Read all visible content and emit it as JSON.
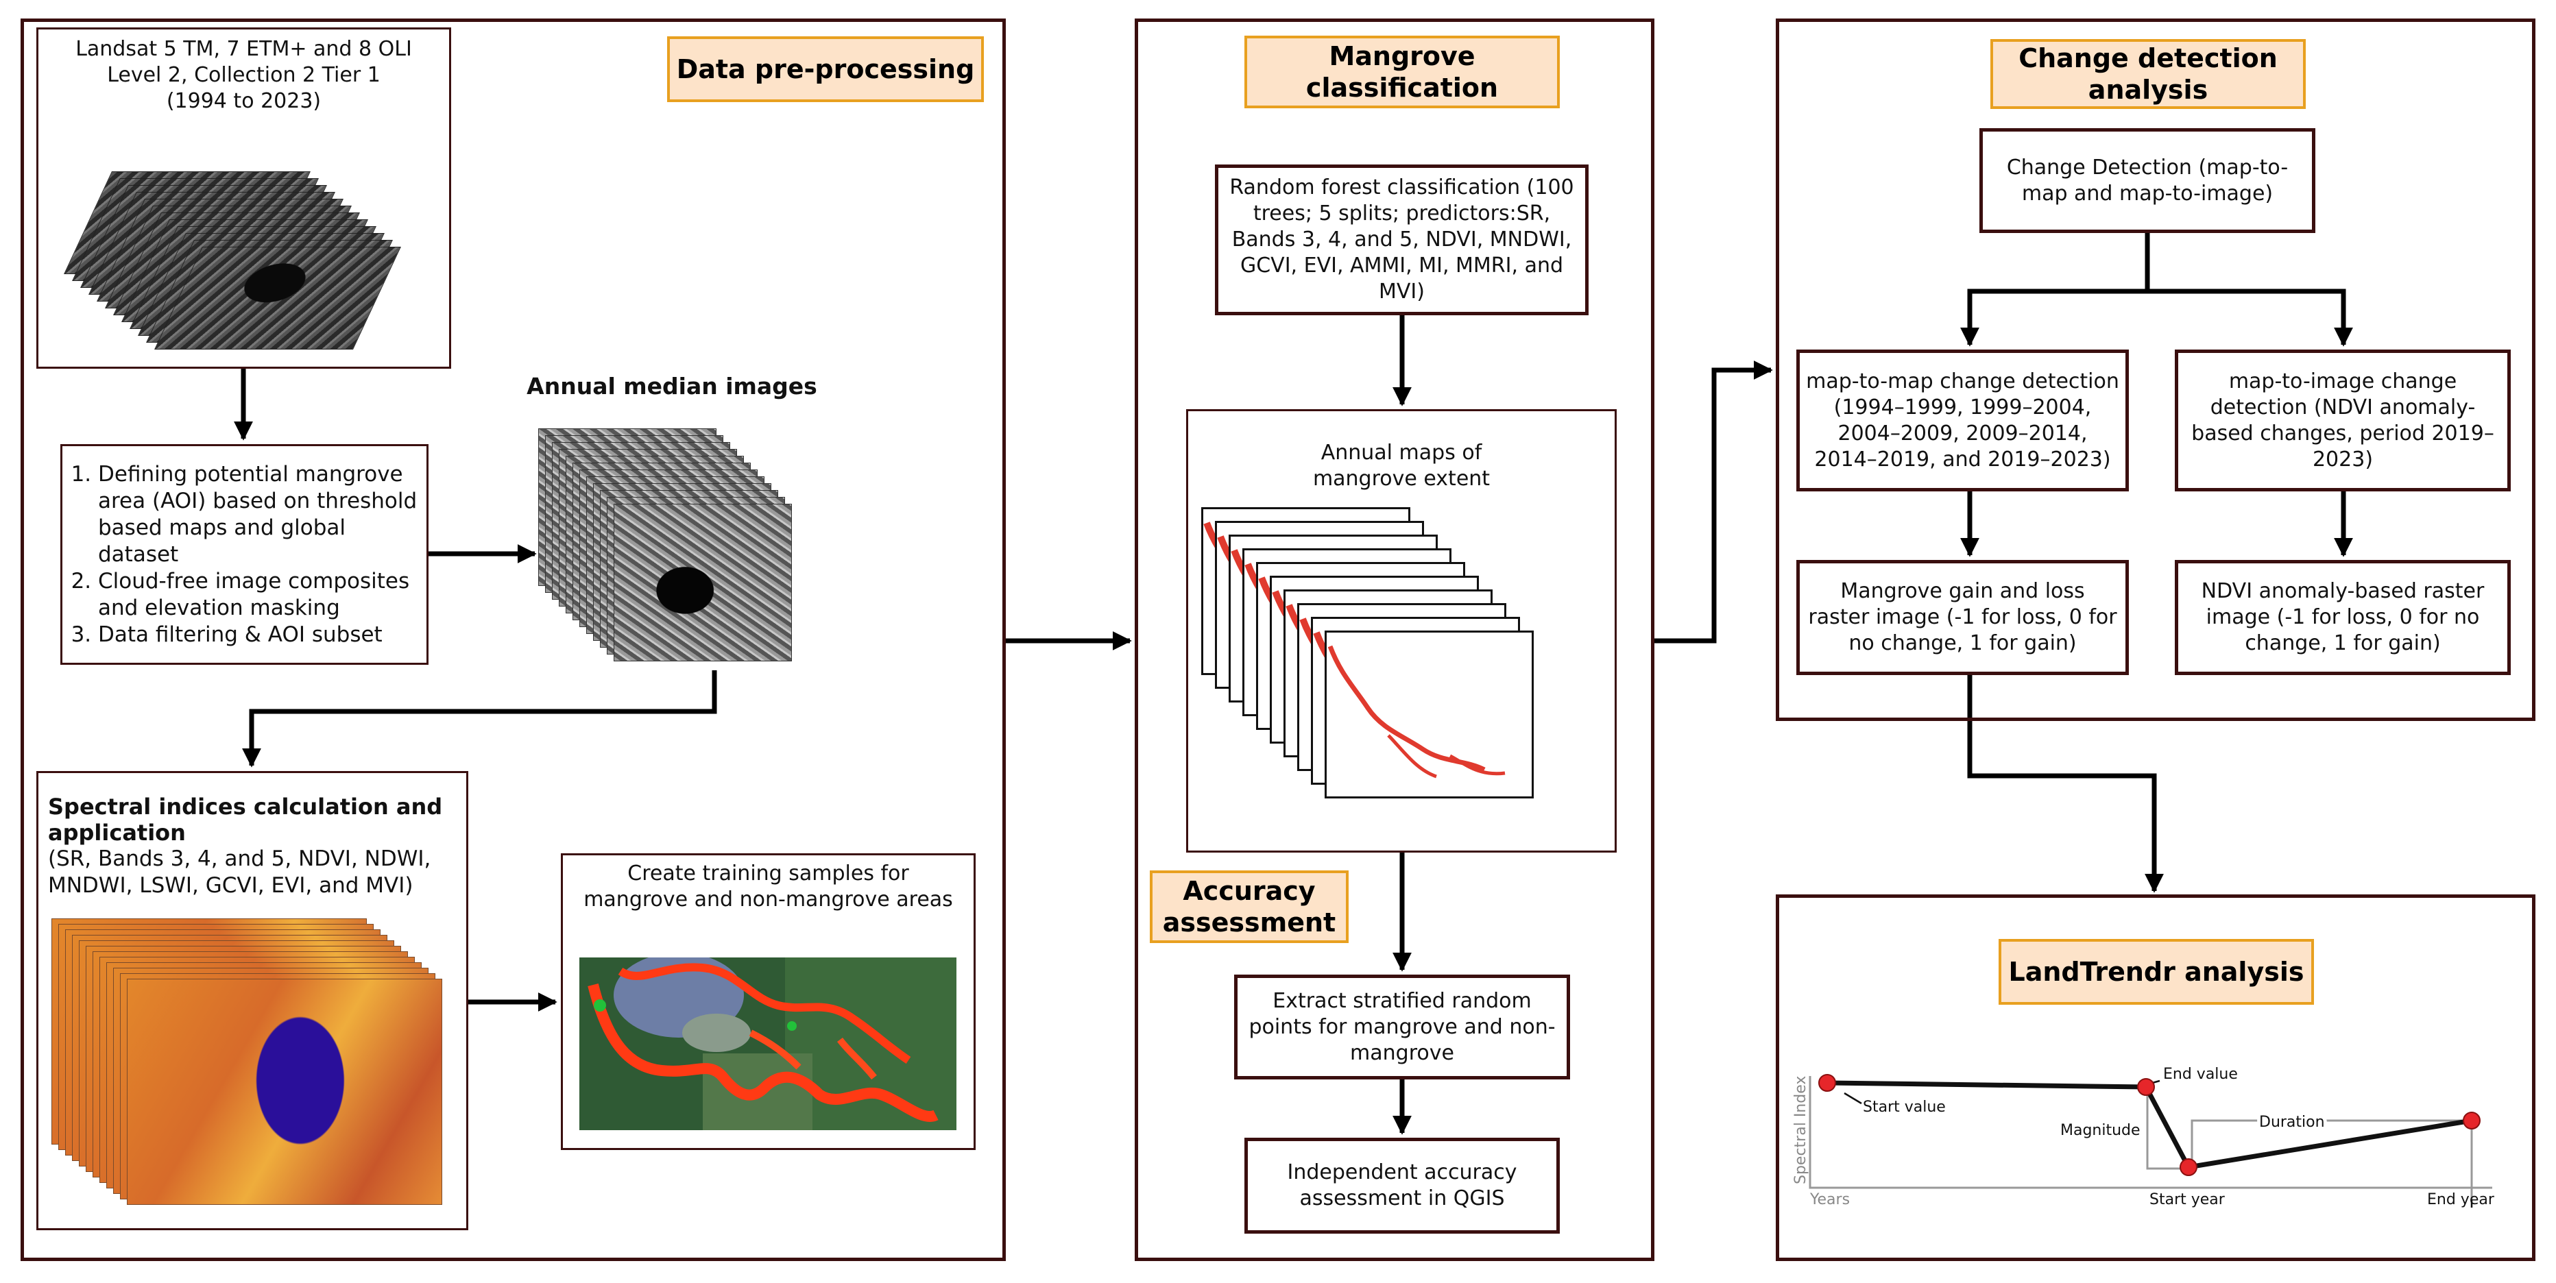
{
  "panels": {
    "preprocessing_title": "Data pre-processing",
    "classification_title": "Mangrove classification",
    "change_title": "Change detection analysis",
    "accuracy_title": "Accuracy assessment",
    "landtrendr_title": "LandTrendr analysis"
  },
  "landsat": {
    "line1": "Landsat 5 TM, 7 ETM+ and 8 OLI",
    "line2": "Level 2, Collection 2 Tier 1",
    "line3": "(1994 to 2023)"
  },
  "steps": [
    "Defining potential mangrove area (AOI) based on threshold based maps and global dataset",
    "Cloud-free image composites and elevation masking",
    "Data filtering & AOI subset"
  ],
  "annual_median": "Annual median images",
  "spectral": {
    "title": "Spectral indices calculation and application",
    "detail": "(SR, Bands 3, 4, and 5, NDVI, NDWI, MNDWI, LSWI, GCVI, EVI, and MVI)"
  },
  "training": "Create training samples for mangrove and non-mangrove areas",
  "random_forest": "Random forest classification (100 trees; 5 splits; predictors:SR, Bands 3, 4, and 5, NDVI, MNDWI, GCVI, EVI, AMMI, MI, MMRI, and MVI)",
  "annual_maps": "Annual maps of mangrove extent",
  "extract_points": "Extract stratified random points for mangrove and non-mangrove",
  "independent": "Independent accuracy assessment in QGIS",
  "change_detection": "Change Detection (map-to-map and map-to-image)",
  "map_to_map": "map-to-map change detection (1994–1999, 1999–2004, 2004–2009, 2009–2014, 2014–2019, and 2019–2023)",
  "map_to_image": "map-to-image change detection (NDVI anomaly-based changes, period 2019–2023)",
  "gain_loss": "Mangrove gain and loss raster image (-1 for loss, 0 for no change, 1 for gain)",
  "ndvi_anomaly": "NDVI anomaly-based raster image (-1 for loss, 0 for no change, 1 for gain)",
  "landtrendr": {
    "y_axis": "Spectral Index",
    "x_axis": "Years",
    "start_value": "Start value",
    "end_value": "End value",
    "magnitude": "Magnitude",
    "duration": "Duration",
    "start_year": "Start year",
    "end_year": "End year"
  },
  "colors": {
    "border": "#3a0f0f",
    "title_fill": "#fde3c9",
    "title_border": "#e8a020",
    "mangrove_red": "#e03a2e",
    "point_red": "#e6262a"
  }
}
